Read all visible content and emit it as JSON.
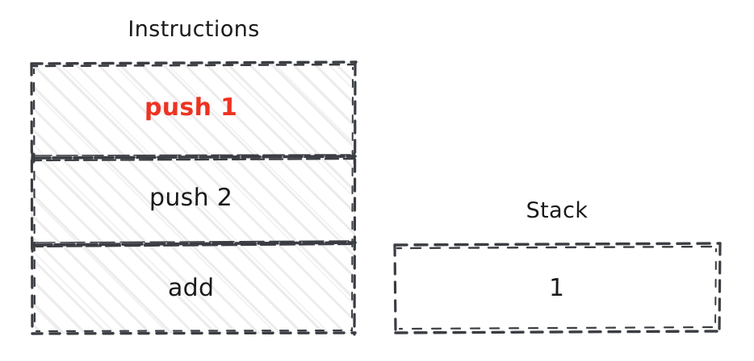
{
  "colors": {
    "background": "#ffffff",
    "stroke": "#3a3d42",
    "text": "#1a1a1a",
    "accent": "#ee3322",
    "hatch": "#ececec"
  },
  "instructions": {
    "title": "Instructions",
    "rows": [
      {
        "label": "push 1",
        "highlighted": true
      },
      {
        "label": "push 2",
        "highlighted": false
      },
      {
        "label": "add",
        "highlighted": false
      }
    ]
  },
  "stack": {
    "title": "Stack",
    "cells": [
      {
        "value": "1"
      }
    ]
  }
}
